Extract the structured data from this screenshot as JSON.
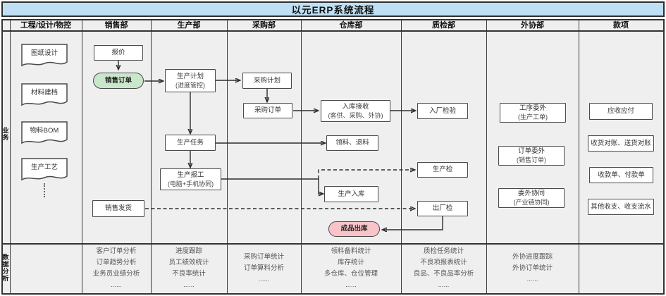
{
  "title": "以元ERP系统流程",
  "row_labels": {
    "business": "业务",
    "analysis": "数据分析"
  },
  "columns": [
    {
      "label": "工程/设计/物控"
    },
    {
      "label": "销售部"
    },
    {
      "label": "生产部"
    },
    {
      "label": "采购部"
    },
    {
      "label": "仓库部"
    },
    {
      "label": "质检部"
    },
    {
      "label": "外协部"
    },
    {
      "label": "款项"
    }
  ],
  "docs": {
    "items": [
      {
        "label": "图纸设计"
      },
      {
        "label": "材料建档"
      },
      {
        "label": "物料BOM"
      },
      {
        "label": "生产工艺"
      }
    ]
  },
  "nodes": {
    "quote": {
      "label": "报价"
    },
    "sales_order": {
      "label": "销售订单"
    },
    "sales_delivery": {
      "label": "销售发货"
    },
    "production_plan": {
      "label": "生产计划",
      "sub": "(进度管控)"
    },
    "production_task": {
      "label": "生产任务"
    },
    "production_report": {
      "label": "生产报工",
      "sub": "(电脑+手机协同)"
    },
    "purchase_plan": {
      "label": "采购计划"
    },
    "purchase_order": {
      "label": "采购订单"
    },
    "inbound_receipt": {
      "label": "入库接收",
      "sub": "(客供、采购、外协)"
    },
    "material_issue_return": {
      "label": "领料、退料"
    },
    "production_inbound": {
      "label": "生产入库"
    },
    "finished_outbound": {
      "label": "成品出库"
    },
    "incoming_inspection": {
      "label": "入厂检验"
    },
    "production_inspection": {
      "label": "生产检"
    },
    "outgoing_inspection": {
      "label": "出厂检"
    },
    "process_outsourcing": {
      "label": "工序委外",
      "sub": "(生产工单)"
    },
    "order_outsourcing": {
      "label": "订单委外",
      "sub": "(销售订单)"
    },
    "outsourcing_collab": {
      "label": "委外协同",
      "sub": "(产业链协同)"
    },
    "receivable_payable": {
      "label": "应收应付"
    },
    "reconciliation": {
      "label": "收货对账、送货对账"
    },
    "receipt_payment": {
      "label": "收款单、付款单"
    },
    "other_income_expense": {
      "label": "其他收支、收支流水"
    }
  },
  "analysis": {
    "sales": {
      "lines": [
        "客户订单分析",
        "订单趋势分析",
        "业务员业绩分析",
        "......"
      ]
    },
    "production": {
      "lines": [
        "进度跟踪",
        "员工绩效统计",
        "不良率统计",
        "......"
      ]
    },
    "purchase": {
      "lines": [
        "采购订单统计",
        "订单算料分析",
        "......"
      ]
    },
    "warehouse": {
      "lines": [
        "领料备料统计",
        "库存统计",
        "多仓库、仓位管理",
        "......"
      ]
    },
    "quality": {
      "lines": [
        "质检任务统计",
        "不良项报表统计",
        "良品、不良品率分析",
        "......"
      ]
    },
    "outsourcing": {
      "lines": [
        "外协进度跟踪",
        "外协订单统计",
        "......"
      ]
    }
  },
  "colors": {
    "title_bg": "#bfe0f4",
    "cell_bg": "#efefef",
    "grid": "#333333",
    "sales_order_bg": "#c9e7ca",
    "finished_outbound_bg": "#f9c3ca"
  }
}
